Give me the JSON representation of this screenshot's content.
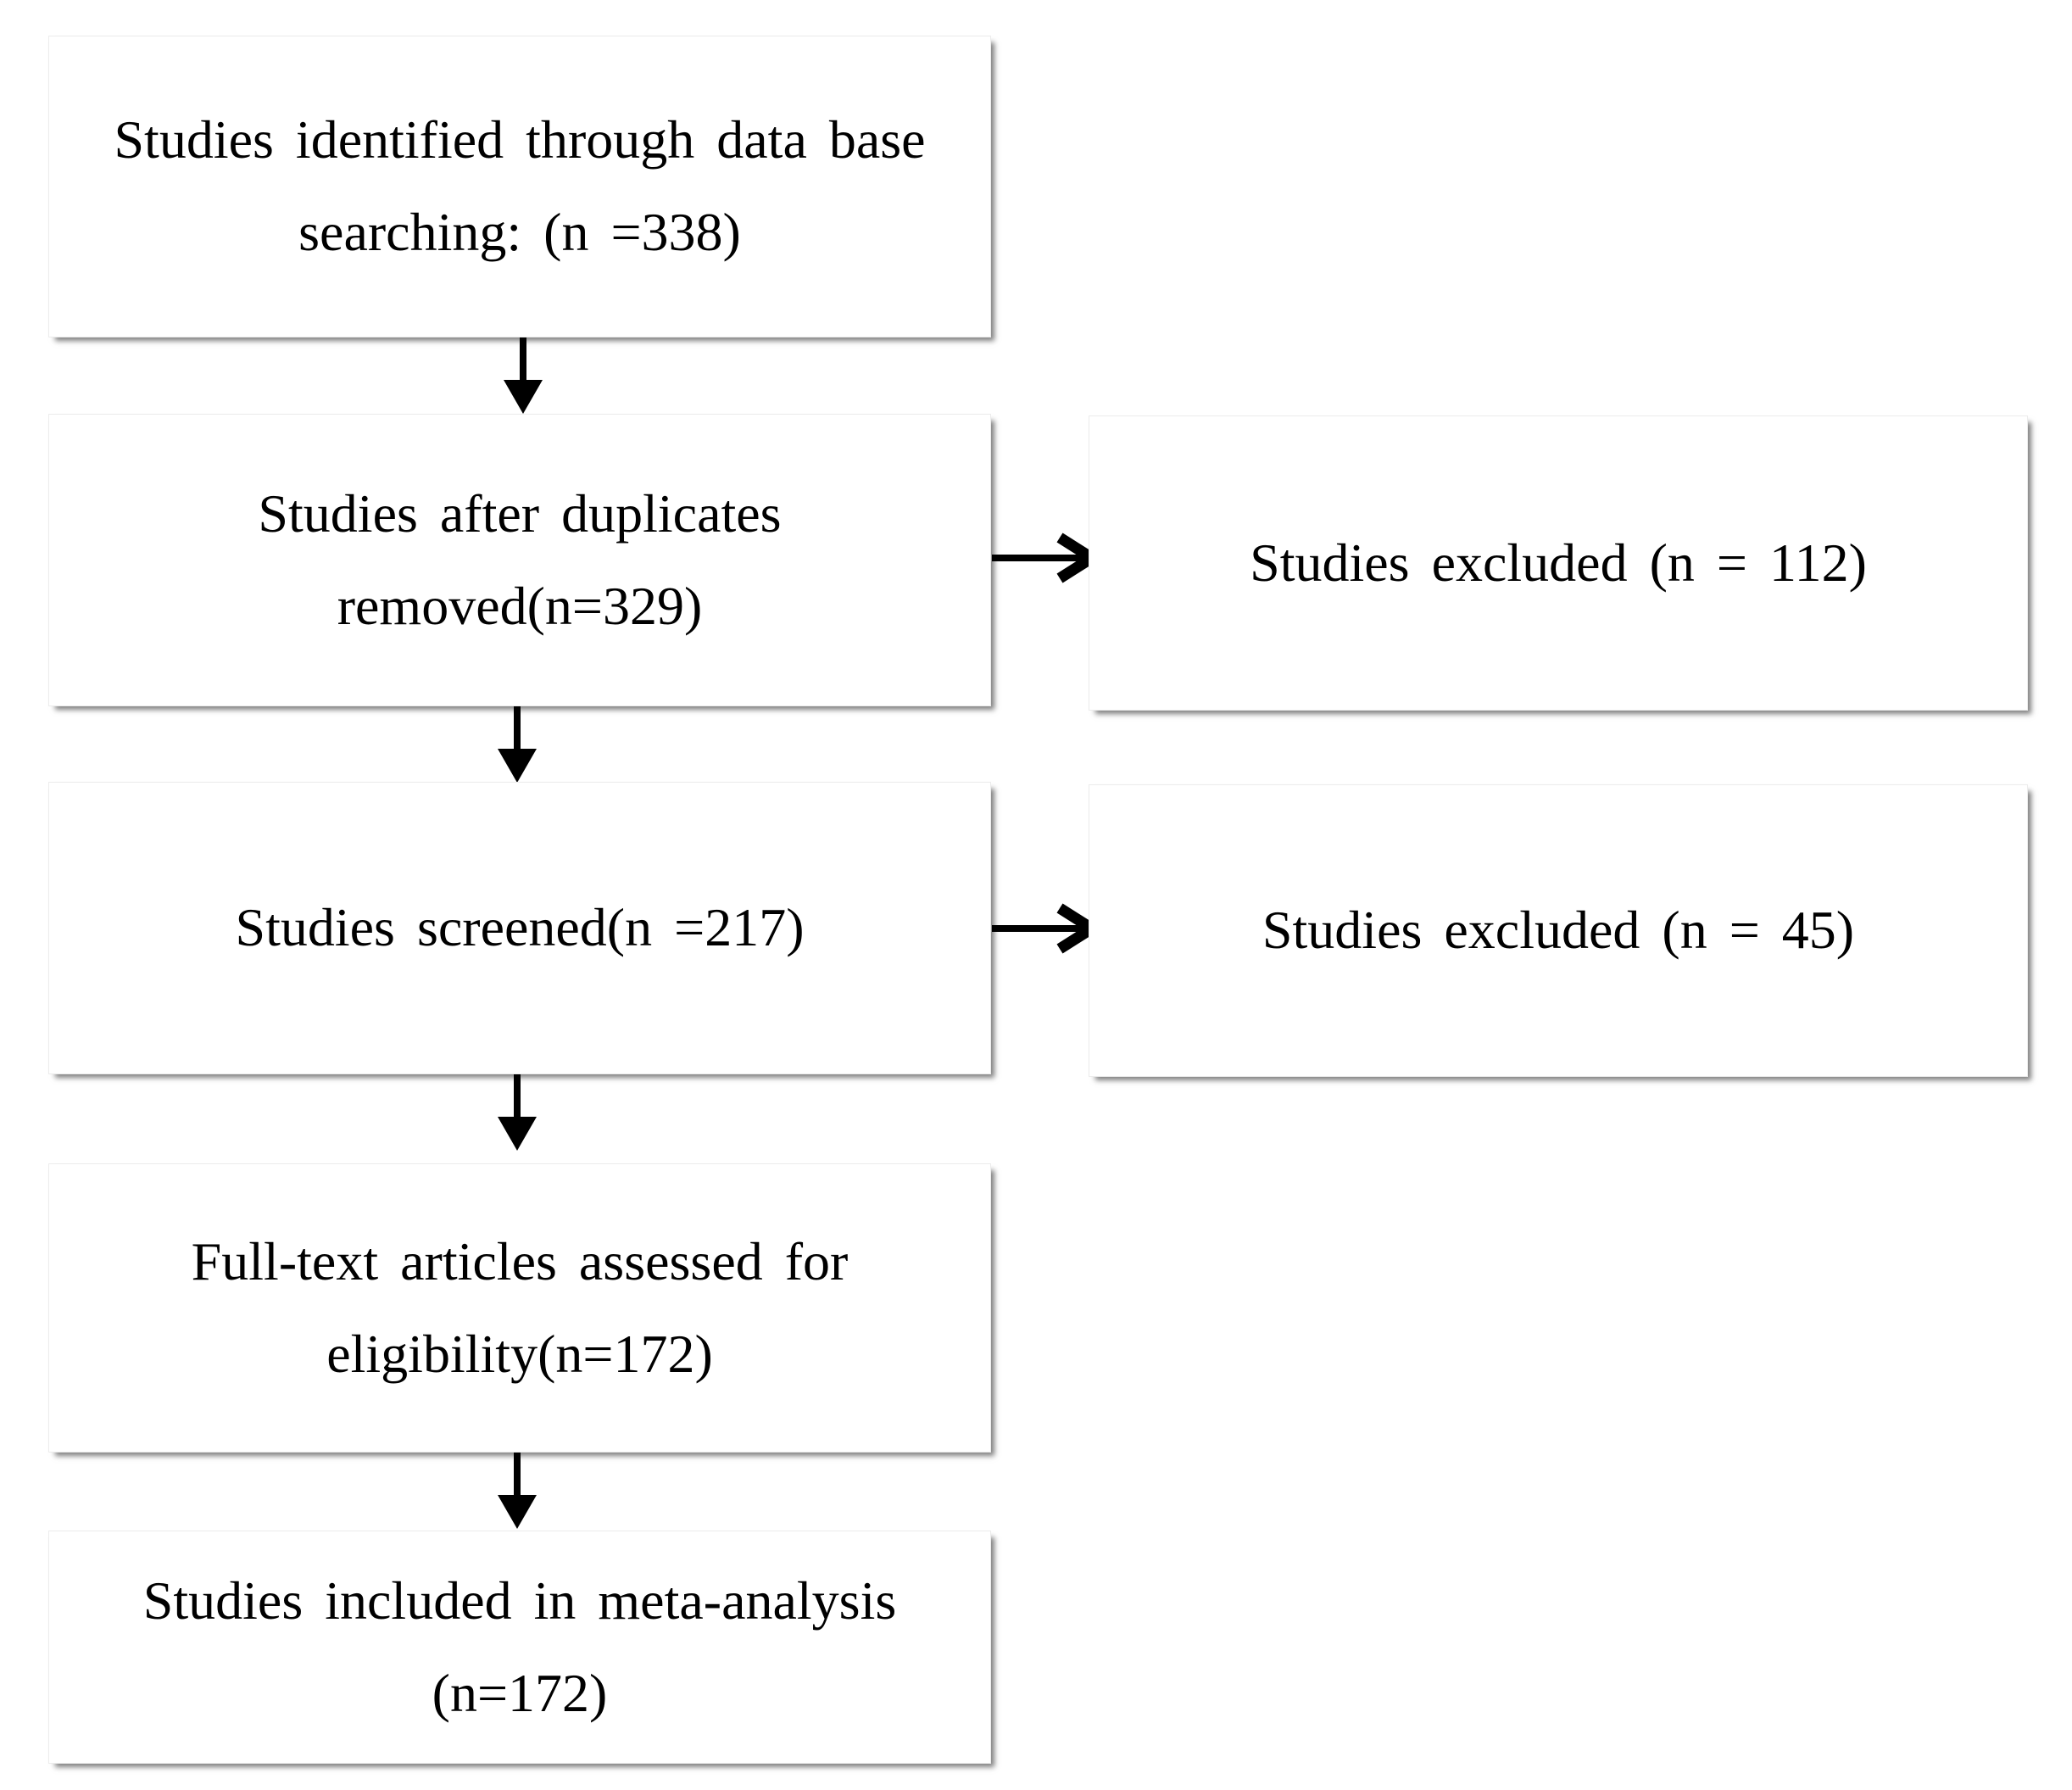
{
  "diagram": {
    "type": "flowchart",
    "boxes": [
      {
        "name": "identified",
        "text": "Studies identified through data base\nsearching: (n =338)"
      },
      {
        "name": "duplicates-removed",
        "text": "Studies after duplicates\nremoved(n=329)"
      },
      {
        "name": "excluded-1",
        "text": "Studies excluded (n = 112)"
      },
      {
        "name": "screened",
        "text": "Studies screened(n =217)"
      },
      {
        "name": "excluded-2",
        "text": "Studies excluded (n = 45)"
      },
      {
        "name": "full-text-assessed",
        "text": "Full-text articles assessed for\neligibility(n=172)"
      },
      {
        "name": "included",
        "text": "Studies included in meta-analysis\n(n=172)"
      }
    ],
    "counts": {
      "identified": 338,
      "after_duplicates_removed": 329,
      "excluded_after_duplicates": 112,
      "screened": 217,
      "excluded_after_screening": 45,
      "full_text_assessed": 172,
      "included_in_meta_analysis": 172
    },
    "connections": [
      {
        "from": "identified",
        "to": "duplicates-removed",
        "direction": "down"
      },
      {
        "from": "duplicates-removed",
        "to": "excluded-1",
        "direction": "right"
      },
      {
        "from": "duplicates-removed",
        "to": "screened",
        "direction": "down"
      },
      {
        "from": "screened",
        "to": "excluded-2",
        "direction": "right"
      },
      {
        "from": "screened",
        "to": "full-text-assessed",
        "direction": "down"
      },
      {
        "from": "full-text-assessed",
        "to": "included",
        "direction": "down"
      }
    ],
    "colors": {
      "background": "#ffffff",
      "box_fill": "#ffffff",
      "box_border": "#ececec",
      "box_shadow": "#666666",
      "arrow": "#000000",
      "text": "#000000"
    }
  }
}
